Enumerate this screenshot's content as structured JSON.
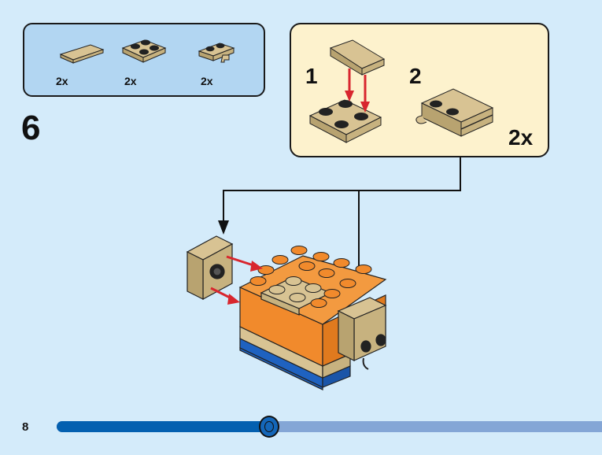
{
  "parts_list": {
    "items": [
      {
        "name": "tile-1x2-tan",
        "quantity": "2x"
      },
      {
        "name": "plate-2x2-tan",
        "quantity": "2x"
      },
      {
        "name": "plate-1x2-clip-tan",
        "quantity": "2x"
      }
    ]
  },
  "step": {
    "number": "6"
  },
  "sub_assembly": {
    "steps": [
      {
        "label": "1"
      },
      {
        "label": "2"
      }
    ],
    "multiplier": "2x"
  },
  "colors": {
    "background": "#d4ebfa",
    "parts_box": "#b2d6f2",
    "sub_box": "#fdf2cd",
    "tan": "#d8c393",
    "orange": "#f18a2c",
    "blue": "#1f62c0",
    "arrow_red": "#d8262e",
    "progress_done": "#0460b0",
    "progress_remaining": "#84a6d6"
  },
  "footer": {
    "page_number": "8",
    "progress_fraction": 0.39
  }
}
